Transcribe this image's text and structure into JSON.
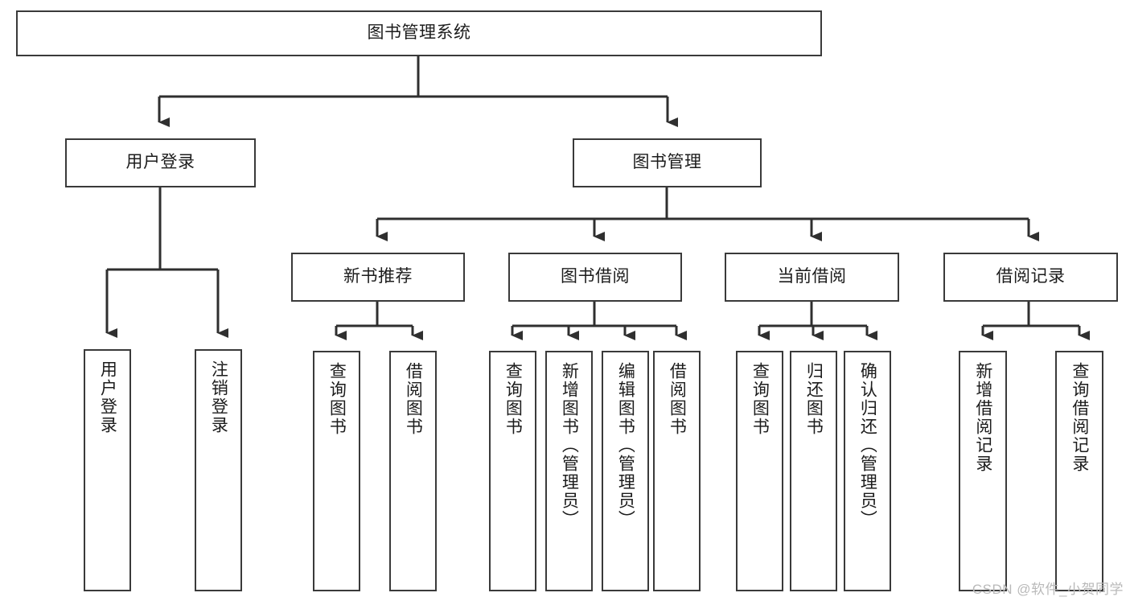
{
  "diagram": {
    "title": "图书管理系统",
    "type": "tree-hierarchy",
    "root": {
      "label": "图书管理系统"
    },
    "level2": [
      {
        "label": "用户登录"
      },
      {
        "label": "图书管理"
      }
    ],
    "level3": [
      {
        "label": "新书推荐"
      },
      {
        "label": "图书借阅"
      },
      {
        "label": "当前借阅"
      },
      {
        "label": "借阅记录"
      }
    ],
    "leaves": {
      "user_login": [
        {
          "label": "用户登录"
        },
        {
          "label": "注销登录"
        }
      ],
      "new_book_recommend": [
        {
          "label": "查询图书"
        },
        {
          "label": "借阅图书"
        }
      ],
      "book_borrow": [
        {
          "label": "查询图书"
        },
        {
          "label": "新增图书（管理员）"
        },
        {
          "label": "编辑图书（管理员）"
        },
        {
          "label": "借阅图书"
        }
      ],
      "current_borrow": [
        {
          "label": "查询图书"
        },
        {
          "label": "归还图书"
        },
        {
          "label": "确认归还（管理员）"
        }
      ],
      "borrow_record": [
        {
          "label": "新增借阅记录"
        },
        {
          "label": "查询借阅记录"
        }
      ]
    }
  },
  "watermark": {
    "text": "CSDN @软件_小贺同学"
  },
  "colors": {
    "stroke": "#3a3a3a",
    "background": "#ffffff",
    "text": "#1c1c1c",
    "watermark": "#b9b9b9"
  }
}
